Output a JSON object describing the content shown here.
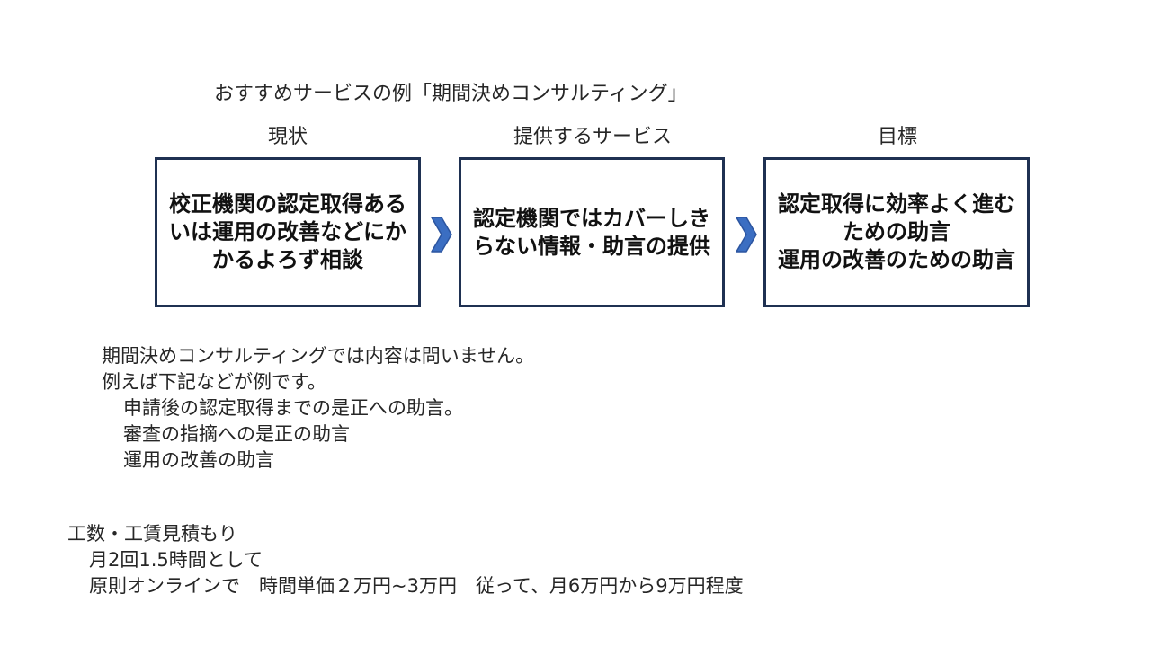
{
  "title": "おすすめサービスの例「期間決めコンサルティング」",
  "headings": {
    "current": "現状",
    "service": "提供するサービス",
    "goal": "目標"
  },
  "boxes": {
    "current": "校正機関の認定取得あるいは運用の改善などにかかるよろず相談",
    "service": "認定機関ではカバーしきらない情報・助言の提供",
    "goal_line1": "認定取得に効率よく進むための助言",
    "goal_line2": "運用の改善のための助言"
  },
  "arrow_icon": "chevron-right-icon",
  "colors": {
    "box_border": "#1f3152",
    "arrow": "#3b6ec2"
  },
  "description": {
    "line1": "期間決めコンサルティングでは内容は問いません。",
    "line2": "例えば下記などが例です。",
    "examples": [
      "申請後の認定取得までの是正への助言。",
      "審査の指摘への是正の助言",
      "運用の改善の助言"
    ]
  },
  "estimate": {
    "heading": "工数・工賃見積もり",
    "line1": "月2回1.5時間として",
    "line2": "原則オンラインで　時間単価２万円~3万円　従って、月6万円から9万円程度"
  }
}
